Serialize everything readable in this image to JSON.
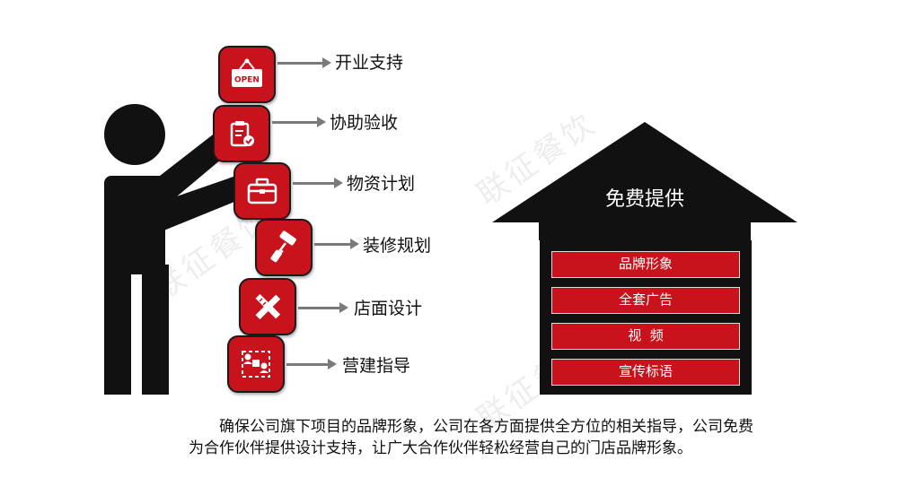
{
  "steps": [
    {
      "label": "开业支持",
      "icon": "open-sign-icon",
      "badge": "OPEN"
    },
    {
      "label": "协助验收",
      "icon": "clipboard-check-icon"
    },
    {
      "label": "物资计划",
      "icon": "toolbox-icon"
    },
    {
      "label": "装修规划",
      "icon": "paint-roller-icon"
    },
    {
      "label": "店面设计",
      "icon": "pencil-ruler-icon"
    },
    {
      "label": "营建指导",
      "icon": "team-structure-icon"
    }
  ],
  "roof": {
    "title": "免费提供"
  },
  "offerings": [
    "品牌形象",
    "全套广告",
    "视  频",
    "宣传标语"
  ],
  "description": "　　确保公司旗下项目的品牌形象，公司在各方面提供全方位的相关指导，公司免费为合作伙伴提供设计支持，让广大合作伙伴轻松经营自己的门店品牌形象。",
  "watermark": "联征餐饮",
  "colors": {
    "accent": "#c8121c",
    "dark": "#111111",
    "arrow": "#7a7a7a"
  }
}
